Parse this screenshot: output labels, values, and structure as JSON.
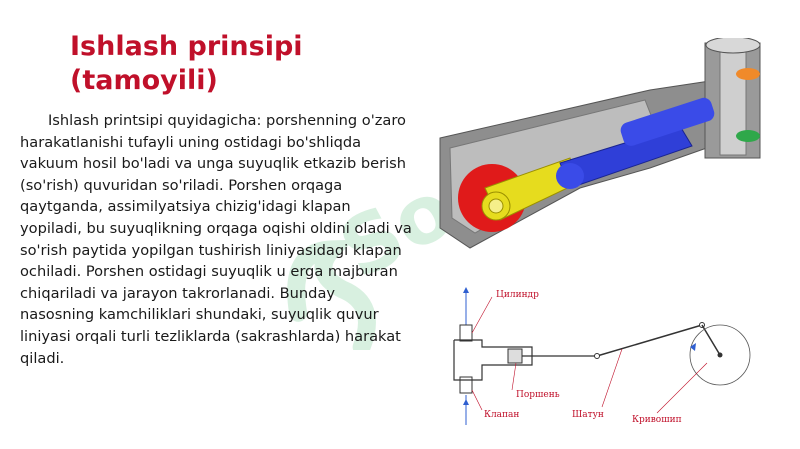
{
  "slide": {
    "title": "Ishlash prinsipi (tamoyili)",
    "paragraph": "Ishlash printsipi quyidagicha: porshenning o'zaro harakatlanishi tufayli uning ostidagi bo'shliqda vakuum hosil bo'ladi va unga suyuqlik etkazib berish (so'rish) quvuridan so'riladi. Porshen orqaga qaytganda, assimilyatsiya chizig'idagi klapan yopiladi, bu suyuqlikning orqaga oqishi oldini oladi va so'rish paytida yopilgan tushirish liniyasidagi klapan ochiladi. Porshen ostidagi suyuqlik u erga majburan chiqariladi va jarayon takrorlanadi. Bunday nasosning kamchiliklari shundaki, suyuqlik quvur liniyasi orqali turli tezliklarda (sakrashlarda) harakat qiladi."
  },
  "diagram_labels": {
    "cylinder": "Цилиндр",
    "piston": "Поршень",
    "valve": "Клапан",
    "connecting_rod": "Шатун",
    "crank": "Кривошип"
  },
  "watermark": {
    "text": "Sor"
  },
  "colors": {
    "title": "#c0102a",
    "piston_rod": "#2f3fd8",
    "crank_disc": "#e01a1a",
    "connecting_rod": "#e6dc1e",
    "valve_top": "#f08a2a",
    "valve_bottom": "#2fa84a",
    "label_red": "#c0102a",
    "watermark": "#2fb05a"
  }
}
